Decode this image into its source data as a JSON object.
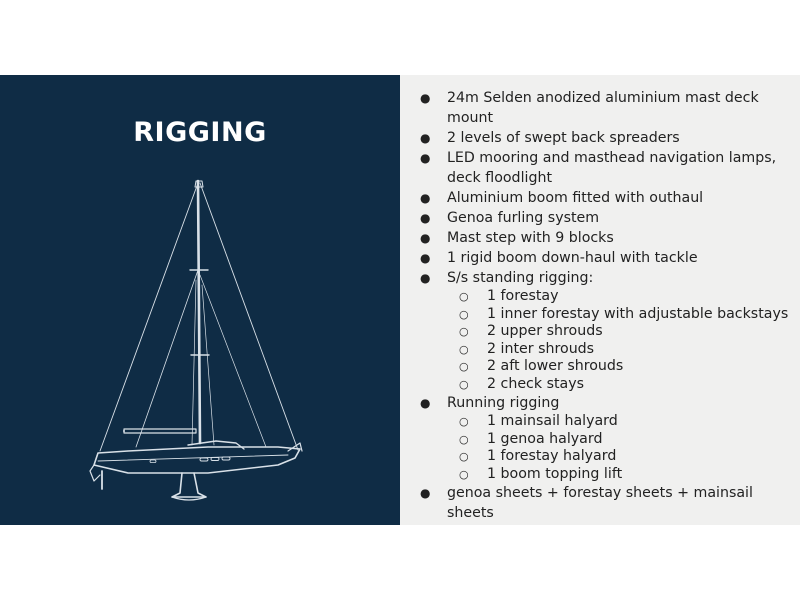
{
  "slide": {
    "title": "RIGGING",
    "bullets": {
      "filled": "●",
      "hollow": "○"
    },
    "items": [
      {
        "text": "24m Selden anodized aluminium mast deck mount"
      },
      {
        "text": "2 levels of swept back spreaders"
      },
      {
        "text": "LED mooring and masthead navigation lamps, deck floodlight"
      },
      {
        "text": "Aluminium boom fitted with outhaul"
      },
      {
        "text": "Genoa furling system"
      },
      {
        "text": "Mast step with 9 blocks"
      },
      {
        "text": "1 rigid boom down-haul with tackle"
      },
      {
        "text": "S/s standing rigging:",
        "subitems": [
          "1 forestay",
          "1 inner forestay with adjustable backstays",
          "2 upper shrouds",
          "2 inter shrouds",
          "2 aft lower shrouds",
          "2 check stays"
        ]
      },
      {
        "text": "Running rigging",
        "subitems": [
          "1 mainsail halyard",
          "1 genoa halyard",
          "1 forestay halyard",
          "1 boom topping lift"
        ]
      },
      {
        "text": "genoa sheets + forestay sheets + mainsail sheets"
      }
    ],
    "colors": {
      "left_panel": "#0f2c45",
      "right_panel": "#f0f0ef",
      "text": "#222222",
      "title": "#ffffff"
    }
  }
}
